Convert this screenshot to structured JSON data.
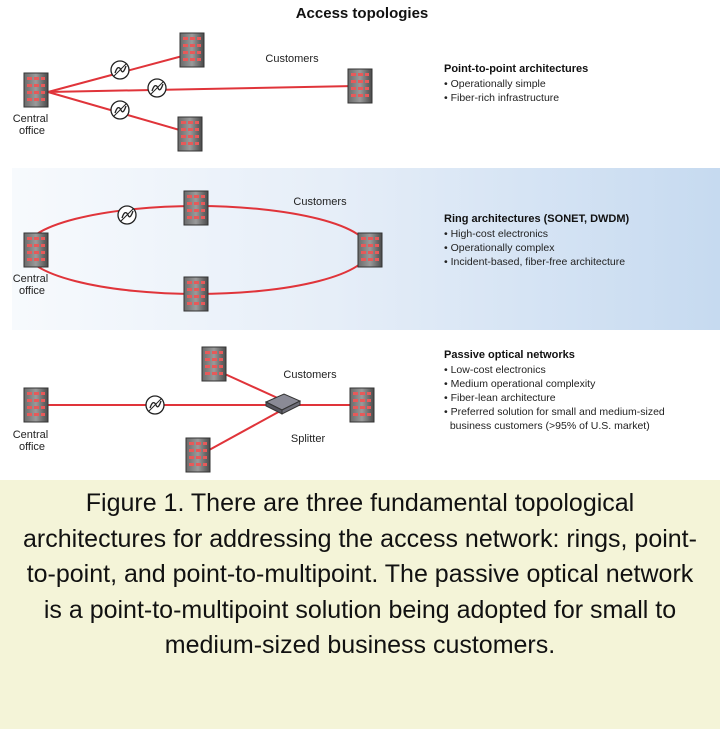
{
  "title": "Access topologies",
  "panels": [
    {
      "id": "point-to-point",
      "customers_label": "Customers",
      "office_label": [
        "Central",
        "office"
      ],
      "heading": "Point-to-point architectures",
      "bullets": [
        "• Operationally simple",
        "• Fiber-rich infrastructure"
      ]
    },
    {
      "id": "ring",
      "customers_label": "Customers",
      "office_label": [
        "Central",
        "office"
      ],
      "heading": "Ring architectures (SONET, DWDM)",
      "bullets": [
        "• High-cost electronics",
        "• Operationally complex",
        "• Incident-based, fiber-free architecture"
      ]
    },
    {
      "id": "pon",
      "customers_label": "Customers",
      "office_label": [
        "Central",
        "office"
      ],
      "splitter_label": "Splitter",
      "heading": "Passive optical networks",
      "bullets": [
        "• Low-cost electronics",
        "• Medium operational complexity",
        "• Fiber-lean architecture",
        "• Preferred solution for small and medium-sized",
        "  business customers (>95% of U.S. market)"
      ]
    }
  ],
  "caption": "Figure 1. There are three fundamental topological architectures for addressing the access network: rings, point-to-point, and point-to-multipoint. The passive optical network is a point-to-multipoint solution being adopted for small to medium-sized business customers.",
  "colors": {
    "link": "#e0343a",
    "ring_band": "#cfe0f2",
    "caption_bg": "#f4f4d8"
  }
}
